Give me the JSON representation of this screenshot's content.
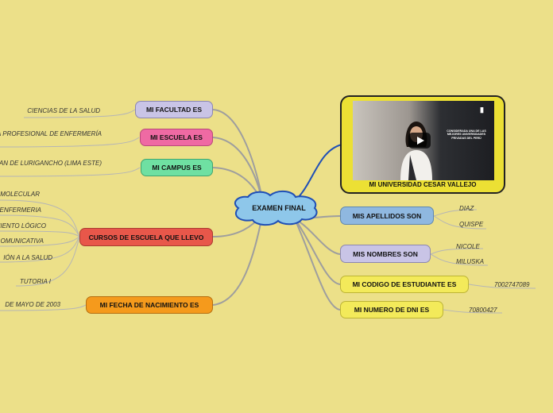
{
  "center": {
    "label": "EXAMEN FINAL"
  },
  "colors": {
    "background": "#ece089",
    "line": "#9e9e9e",
    "line_blue": "#1f4fb6",
    "facultad": "#c9c4e6",
    "escuela": "#ef6aa3",
    "campus": "#6fe0a2",
    "cursos": "#e8574a",
    "fecha": "#f59a1c",
    "apellidos": "#8fb8e0",
    "nombres": "#c9c4e6",
    "codigo": "#f3ea5a",
    "dni": "#f3ea5a",
    "center_fill": "#8ec7ea",
    "center_border": "#1f4fb6"
  },
  "left_branches": {
    "facultad": {
      "label": "MI FACULTAD ES",
      "leaves": [
        "CIENCIAS DE LA SALUD"
      ]
    },
    "escuela": {
      "label": "MI ESCUELA ES",
      "leaves": [
        "A PROFESIONAL DE ENFERMERÍA"
      ]
    },
    "campus": {
      "label": "MI CAMPUS ES",
      "leaves": [
        "AN DE LURIGANCHO (LIMA ESTE)"
      ]
    },
    "cursos": {
      "label": "CURSOS DE ESCUELA QUE LLEVO",
      "leaves": [
        "MOLECULAR",
        "ENFERMERIA",
        "MIENTO LÓGICO",
        "OMUNICATIVA",
        "IÓN A LA SALUD",
        "TUTORIA I"
      ]
    },
    "fecha": {
      "label": "MI FECHA DE NACIMIENTO ES",
      "leaves": [
        "DE MAYO DE 2003"
      ]
    }
  },
  "right_branches": {
    "media": {
      "label": "MI UNIVERSIDAD CESAR VALLEJO",
      "video_text": "CONSIDERADA UNA DE LAS MEJORES UNIVERSIDADES PRIVADAS DEL PERÚ"
    },
    "apellidos": {
      "label": "MIS APELLIDOS SON",
      "leaves": [
        "DIAZ",
        "QUISPE"
      ]
    },
    "nombres": {
      "label": "MIS NOMBRES SON",
      "leaves": [
        "NICOLE",
        "MILUSKA"
      ]
    },
    "codigo": {
      "label": "MI CODIGO DE ESTUDIANTE ES",
      "leaves": [
        "7002747089"
      ]
    },
    "dni": {
      "label": "MI NUMERO DE DNI ES",
      "leaves": [
        "70800427"
      ]
    }
  },
  "icons": {
    "play": "play-icon",
    "logo": "ucv-logo-icon"
  }
}
